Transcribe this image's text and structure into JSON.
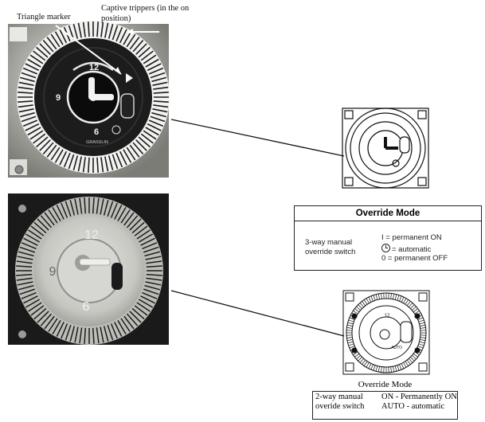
{
  "labels": {
    "triangle_marker": "Triangle marker",
    "captive_trippers": "Captive trippers (in the on position)"
  },
  "dial1": {
    "numerals": [
      "12",
      "9",
      "6"
    ],
    "brand": "GRASSLIN"
  },
  "dial2": {
    "numerals": [
      "12",
      "9",
      "6"
    ]
  },
  "dial3": {
    "numerals": [
      "12",
      "AUTO"
    ]
  },
  "override_box_1": {
    "title": "Override Mode",
    "switch_label_line1": "3-way manual",
    "switch_label_line2": "override switch",
    "options": [
      "I  = permanent ON",
      "= automatic",
      "0  = permanent OFF"
    ]
  },
  "override_box_2": {
    "title": "Override Mode",
    "switch_label_line1": "2-way manual",
    "switch_label_line2": "overide switch",
    "options": [
      "ON - Permanently ON",
      "AUTO - automatic"
    ]
  },
  "colors": {
    "photo_bg": "#3a3a38",
    "dial_face": "#1d1d1d",
    "line": "#111111"
  }
}
